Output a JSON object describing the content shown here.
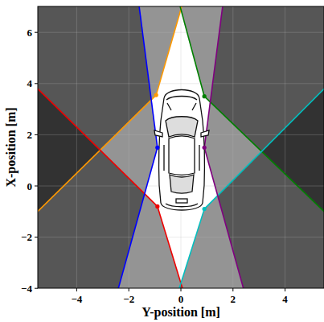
{
  "diagram": {
    "labels": [
      "−4",
      "−2",
      "0",
      "2",
      "4",
      "6",
      "4",
      "2",
      "0",
      "−2",
      "−4",
      "Y-position [m]",
      "X-position [m]"
    ]
  }
}
